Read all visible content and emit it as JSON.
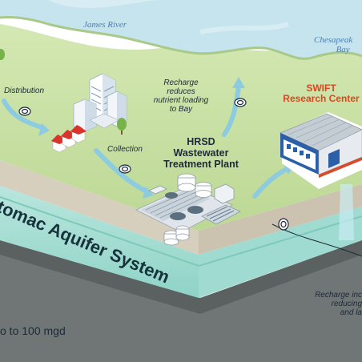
{
  "labels": {
    "james_river": "James River",
    "chesapeake_line1": "Chesapeak",
    "chesapeake_line2": "Bay",
    "distribution": "Distribution",
    "recharge_line1": "Recharge",
    "recharge_line2": "reduces",
    "recharge_line3": "nutrient loading",
    "recharge_line4": "to Bay",
    "swift_line1": "SWIFT",
    "swift_line2": "Research Center",
    "collection": "Collection",
    "hrsd_line1": "HRSD",
    "hrsd_line2": "Wastewater",
    "hrsd_line3": "Treatment Plant",
    "aquifer": "tomac Aquifer System",
    "recharge_inc_line1": "Recharge inc",
    "recharge_inc_line2": "reducing",
    "recharge_inc_line3": "and la",
    "capacity": "o to 100 mgd"
  },
  "colors": {
    "river": "#c4e3ec",
    "land_top": "#c9e0a5",
    "land_edge": "#b7d18e",
    "soil": "#d3cbb8",
    "aquifer": "#aadfd6",
    "aquifer_dark": "#79c7b9",
    "bedrock": "#6f7374",
    "flow_arrow": "#8cc9dc",
    "swift_red": "#e1451f",
    "building_blue": "#2b5fa8"
  },
  "icons": [
    "well-icon",
    "tree-icon",
    "arrow-icon"
  ]
}
